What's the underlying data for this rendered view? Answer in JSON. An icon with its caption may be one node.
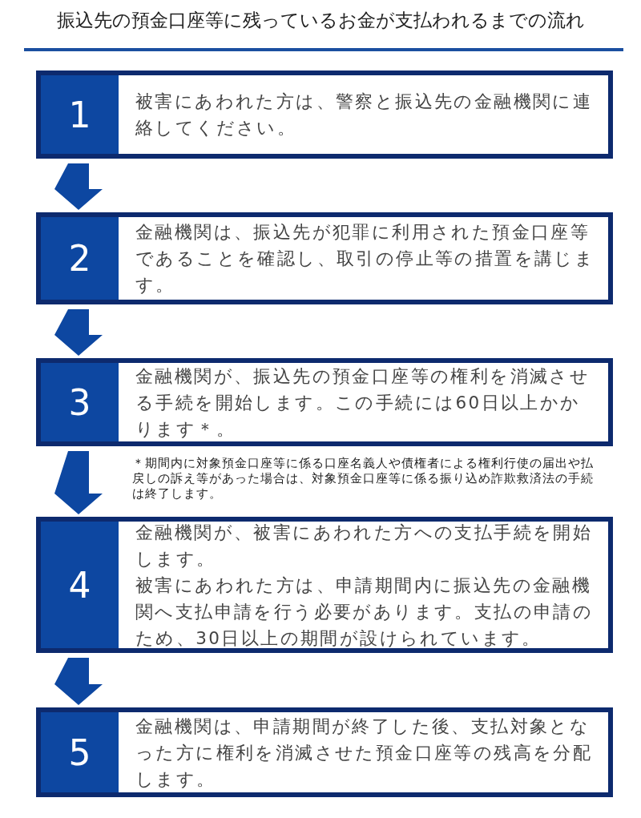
{
  "diagram": {
    "title": "振込先の預金口座等に残っているお金が支払われるまでの流れ",
    "nodes": [
      {
        "text": [
          "1",
          "被害にあわれた方は、警察と振込先の金融機関に連絡してください。"
        ]
      },
      {
        "text": [
          "2",
          "金融機関は、振込先が犯罪に利用された預金口座等であることを確認し、取引の停止等の措置を講じます。"
        ]
      },
      {
        "text": [
          "3",
          "金融機関が、振込先の預金口座等の権利を消滅させる手続を開始します。この手続には60日以上かかります＊。"
        ],
        "beside": [
          "＊期間内に対象預金口座等に係る口座名義人や債権者による権利行使の届出や払戻しの訴え等があった場合は、対象預金口座等に係る振り込め詐欺救済法の手続は終了します。"
        ]
      },
      {
        "text": [
          "4",
          "金融機関が、被害にあわれた方への支払手続を開始します。",
          "被害にあわれた方は、申請期間内に振込先の金融機関へ支払申請を行う必要があります。支払の申請のため、30日以上の期間が設けられています。"
        ]
      },
      {
        "text": [
          "5",
          "金融機関は、申請期間が終了した後、支払対象となった方に権利を消滅させた預金口座等の残高を分配します。"
        ]
      }
    ],
    "edges": [
      {
        "from": 0,
        "to": 1,
        "arrow": "to"
      },
      {
        "from": 1,
        "to": 2,
        "arrow": "to"
      },
      {
        "from": 2,
        "to": 3,
        "arrow": "to"
      },
      {
        "from": 3,
        "to": 4,
        "arrow": "to"
      }
    ]
  }
}
